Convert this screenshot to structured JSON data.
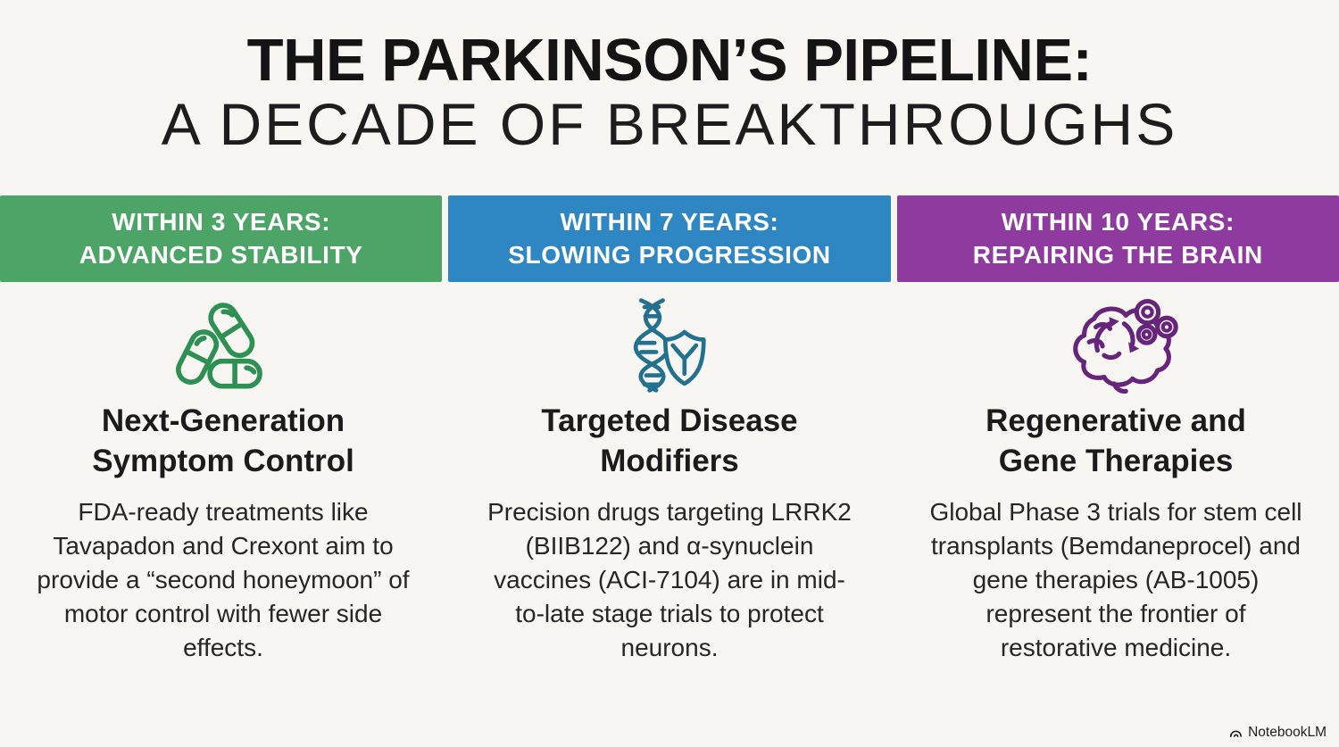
{
  "page": {
    "background": "#f7f6f3"
  },
  "title": {
    "line1": "THE PARKINSON’S PIPELINE:",
    "line2": "A DECADE OF BREAKTHROUGHS"
  },
  "columns": [
    {
      "header_line1": "WITHIN 3 YEARS:",
      "header_line2": "ADVANCED STABILITY",
      "header_color": "#4ca566",
      "icon": "pills-icon",
      "icon_color": "#2c9153",
      "heading_line1": "Next-Generation",
      "heading_line2": "Symptom Control",
      "body": "FDA-ready treatments like Tavapadon and Crexont aim to provide a “second honeymoon” of motor control with fewer side effects."
    },
    {
      "header_line1": "WITHIN 7 YEARS:",
      "header_line2": "SLOWING PROGRESSION",
      "header_color": "#2e86c2",
      "icon": "dna-shield-icon",
      "icon_color": "#23708f",
      "heading_line1": "Targeted Disease",
      "heading_line2": "Modifiers",
      "body": "Precision drugs targeting LRRK2 (BIIB122) and α-synuclein vaccines (ACI-7104) are in mid-to-late stage trials to protect neurons."
    },
    {
      "header_line1": "WITHIN 10 YEARS:",
      "header_line2": "REPAIRING THE BRAIN",
      "header_color": "#8e3a9e",
      "icon": "brain-regeneration-icon",
      "icon_color": "#66257a",
      "heading_line1": "Regenerative and",
      "heading_line2": "Gene Therapies",
      "body": "Global Phase 3 trials for stem cell transplants (Bemdaneprocel) and gene therapies (AB-1005) represent the frontier of restorative medicine."
    }
  ],
  "footer": {
    "brand": "NotebookLM"
  }
}
